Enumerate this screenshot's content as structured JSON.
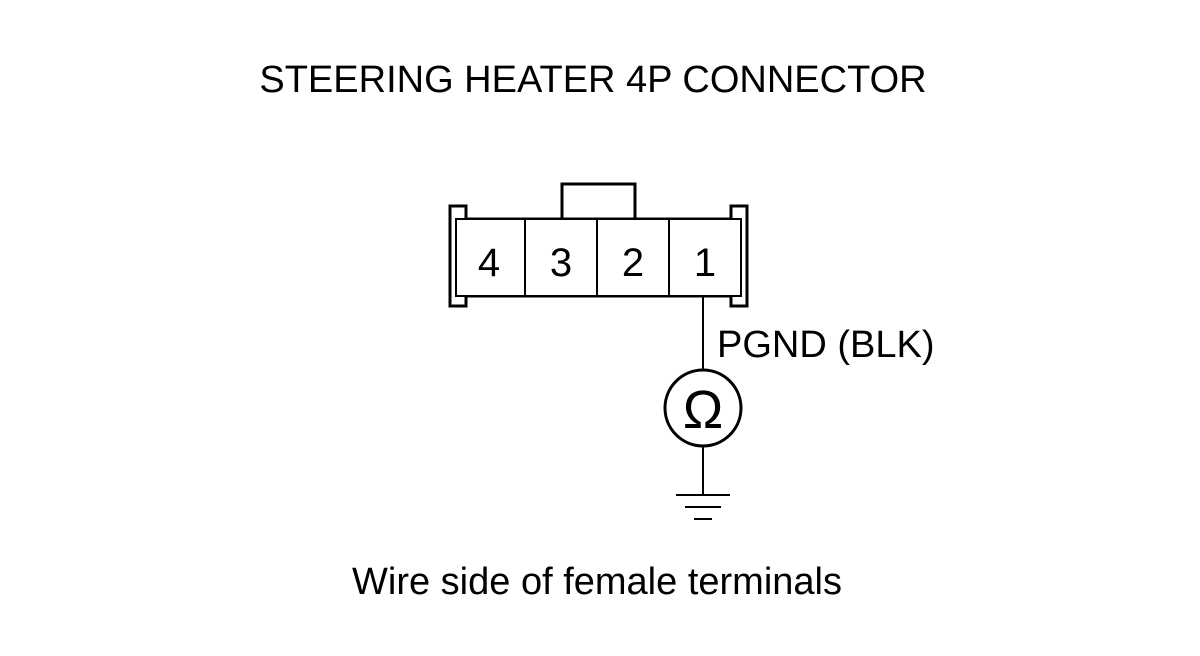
{
  "title": "STEERING HEATER 4P CONNECTOR",
  "connector": {
    "terminals": [
      "4",
      "3",
      "2",
      "1"
    ]
  },
  "wire_label": "PGND (BLK)",
  "meter_symbol": "Ω",
  "caption": "Wire side of female terminals",
  "icons": {
    "meter": "ohmmeter-icon",
    "ground": "ground-icon"
  },
  "colors": {
    "line": "#000000",
    "background": "#ffffff"
  }
}
